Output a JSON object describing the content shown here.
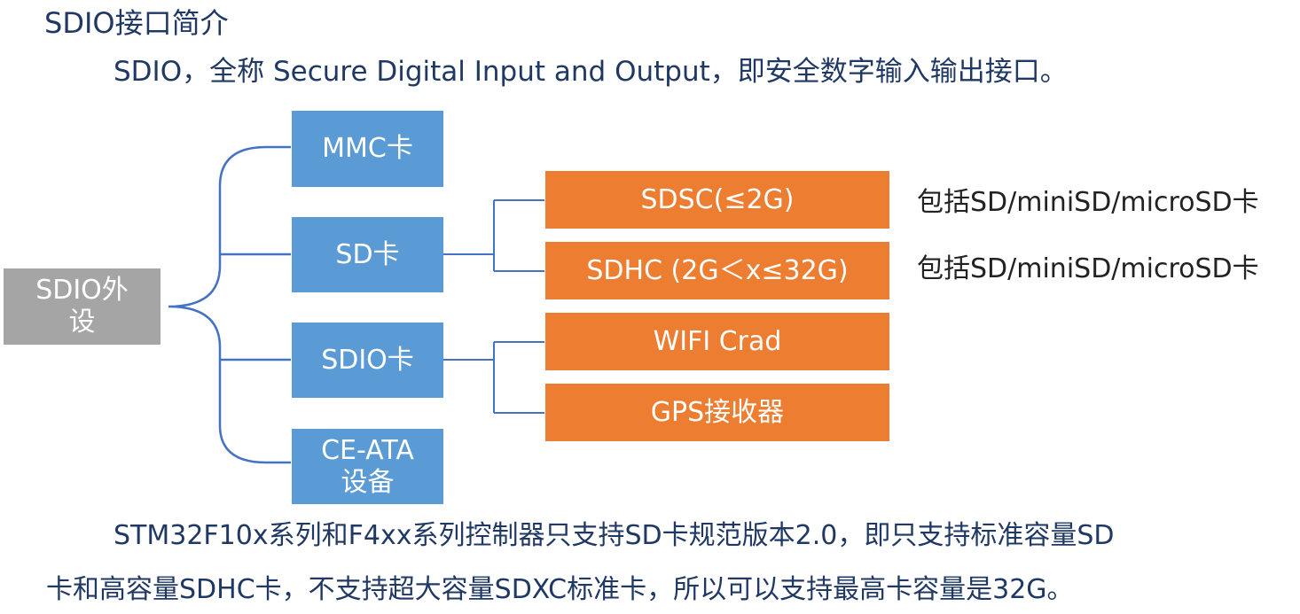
{
  "title": "SDIO接口简介",
  "intro": "SDIO，全称 Secure Digital Input and Output，即安全数字输入输出接口。",
  "root": {
    "label_line1": "SDIO外",
    "label_line2": "设"
  },
  "categories": [
    {
      "id": "mmc",
      "label": "MMC卡"
    },
    {
      "id": "sd",
      "label": "SD卡"
    },
    {
      "id": "sdio",
      "label": "SDIO卡"
    },
    {
      "id": "ceata",
      "label_line1": "CE-ATA",
      "label_line2": "设备"
    }
  ],
  "sd_types": [
    {
      "label": "SDSC(≤2G)",
      "note": "包括SD/miniSD/microSD卡"
    },
    {
      "label": "SDHC (2G＜x≤32G)",
      "note": "包括SD/miniSD/microSD卡"
    }
  ],
  "sdio_types": [
    {
      "label": "WIFI Crad"
    },
    {
      "label": "GPS接收器"
    }
  ],
  "footer": {
    "line1": "STM32F10x系列和F4xx系列控制器只支持SD卡规范版本2.0，即只支持标准容量SD",
    "line2": "卡和高容量SDHC卡，不支持超大容量SDXC标准卡，所以可以支持最高卡容量是32G。"
  },
  "colors": {
    "root": "#a5a5a5",
    "category": "#5b9bd5",
    "subtype": "#ed7d31",
    "line": "#4472c4",
    "text": "#1f3864"
  }
}
